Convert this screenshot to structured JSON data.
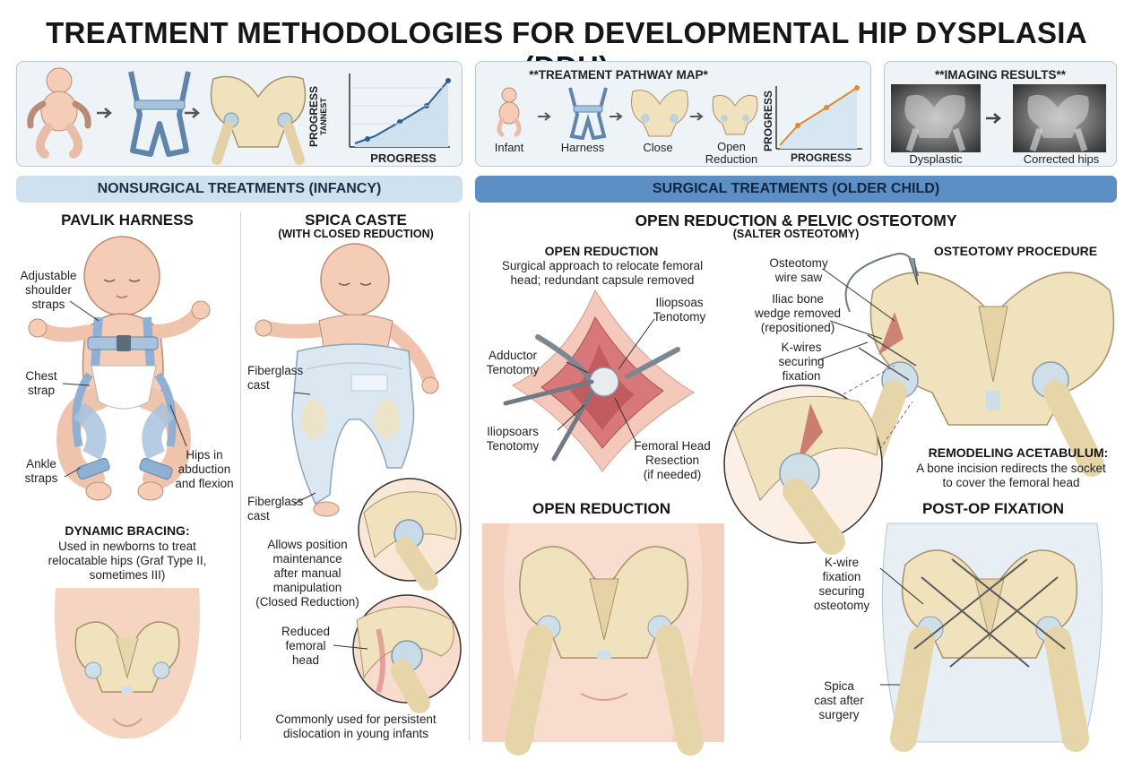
{
  "title": "TREATMENT METHODOLOGIES FOR DEVELOPMENTAL HIP DYSPLASIA (DDH)",
  "panel1": {
    "chart": {
      "ylabel_main": "PROGRESS",
      "ylabel_sub": "TANNEST",
      "xlabel": "PROGRESS"
    }
  },
  "panel2": {
    "title": "**TREATMENT PATHWAY MAP*",
    "steps": [
      "Infant",
      "Harness",
      "Close",
      "Open\nReduction"
    ],
    "chart": {
      "ylabel": "PROGRESS",
      "xlabel": "PROGRESS"
    }
  },
  "panel3": {
    "title": "**IMAGING RESULTS**",
    "left_caption": "Dysplastic",
    "right_caption": "Corrected hips"
  },
  "bands": {
    "left": "NONSURGICAL TREATMENTS (INFANCY)",
    "right": "SURGICAL TREATMENTS (OLDER CHILD)"
  },
  "pavlik": {
    "title": "PAVLIK HARNESS",
    "labels": {
      "shoulder": "Adjustable\nshoulder\nstraps",
      "chest": "Chest\nstrap",
      "ankle": "Ankle\nstraps",
      "hips": "Hips in\nabduction\nand flexion"
    },
    "bracing_title": "DYNAMIC BRACING:",
    "bracing_text": "Used in newborns to treat\nrelocatable hips (Graf Type II,\nsometimes III)"
  },
  "spica": {
    "title": "SPICA CASTE",
    "subtitle": "(WITH CLOSED REDUCTION)",
    "labels": {
      "cast1": "Fiberglass\ncast",
      "cast2": "Fiberglass\ncast",
      "allows": "Allows position\nmaintenance\nafter manual\nmanipulation\n(Closed Reduction)",
      "reduced": "Reduced\nfemoral\nhead"
    },
    "footer": "Commonly used for persistent\ndislocation in young infants"
  },
  "surgical": {
    "title": "OPEN REDUCTION & PELVIC OSTEOTOMY",
    "subtitle": "(SALTER OSTEOTOMY)",
    "open_reduction": {
      "title": "OPEN REDUCTION",
      "desc": "Surgical approach to relocate femoral\nhead; redundant capsule removed",
      "labels": {
        "iliopsoas": "Iliopsoas\nTenotomy",
        "adductor": "Adductor\nTenotomy",
        "iliopsoars": "Iliopsoars\nTenotomy",
        "femoral": "Femoral Head\nResection\n(if needed)"
      }
    },
    "osteotomy": {
      "title": "OSTEOTOMY PROCEDURE",
      "labels": {
        "saw": "Osteotomy\nwire saw",
        "wedge": "Iliac bone\nwedge removed\n(repositioned)",
        "kwires": "K-wires\nsecuring\nfixation"
      },
      "remodel_title": "REMODELING ACETABULUM:",
      "remodel_text": "A bone incision redirects the socket\nto cover the femoral head"
    },
    "open_reduction_2": {
      "title": "OPEN REDUCTION"
    },
    "postop": {
      "title": "POST-OP FIXATION",
      "labels": {
        "kwire": "K-wire\nfixation\nsecuring\nosteotomy",
        "spica": "Spica\ncast after\nsurgery"
      }
    }
  },
  "colors": {
    "band_left": "#cfe0ef",
    "band_right": "#5b8fc6",
    "bone": "#efe2bd",
    "skin": "#f6d4c2",
    "harness": "#a8c3dd"
  }
}
